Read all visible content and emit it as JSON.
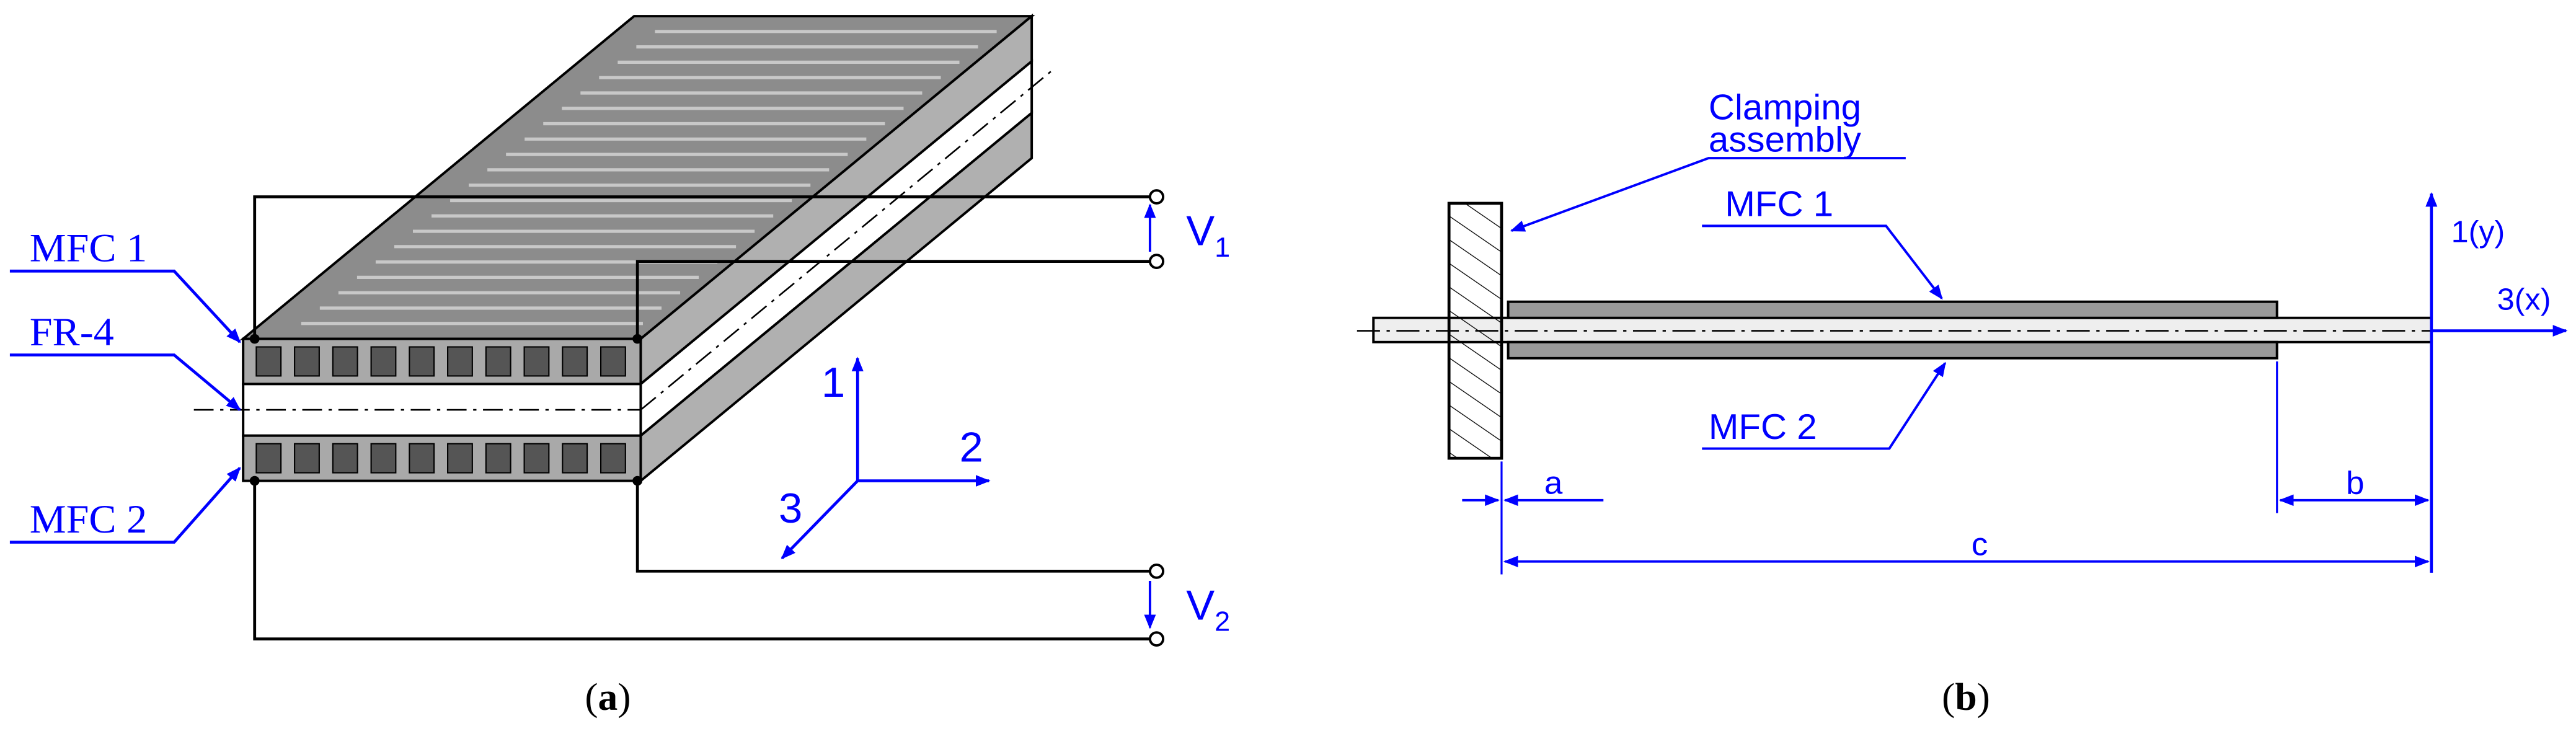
{
  "panel_a": {
    "caption_open": "(",
    "caption_letter": "a",
    "caption_close": ")",
    "labels": {
      "mfc1": "MFC 1",
      "fr4": "FR-4",
      "mfc2": "MFC 2"
    },
    "voltages": {
      "v1_main": "V",
      "v1_sub": "1",
      "v2_main": "V",
      "v2_sub": "2"
    },
    "axes": {
      "ax1": "1",
      "ax2": "2",
      "ax3": "3"
    }
  },
  "panel_b": {
    "caption_open": "(",
    "caption_letter": "b",
    "caption_close": ")",
    "labels": {
      "clamping_line1": "Clamping",
      "clamping_line2": "assembly",
      "mfc1": "MFC 1",
      "mfc2": "MFC 2"
    },
    "dimensions": {
      "a": "a",
      "b": "b",
      "c": "c"
    },
    "axes": {
      "y": "1(y)",
      "x": "3(x)"
    }
  },
  "colors": {
    "annotation": "#0000ff",
    "line": "#000000",
    "mfc_body": "#a9a9a9",
    "mfc_top": "#8c8c8c",
    "substrate": "#eeeeee"
  }
}
